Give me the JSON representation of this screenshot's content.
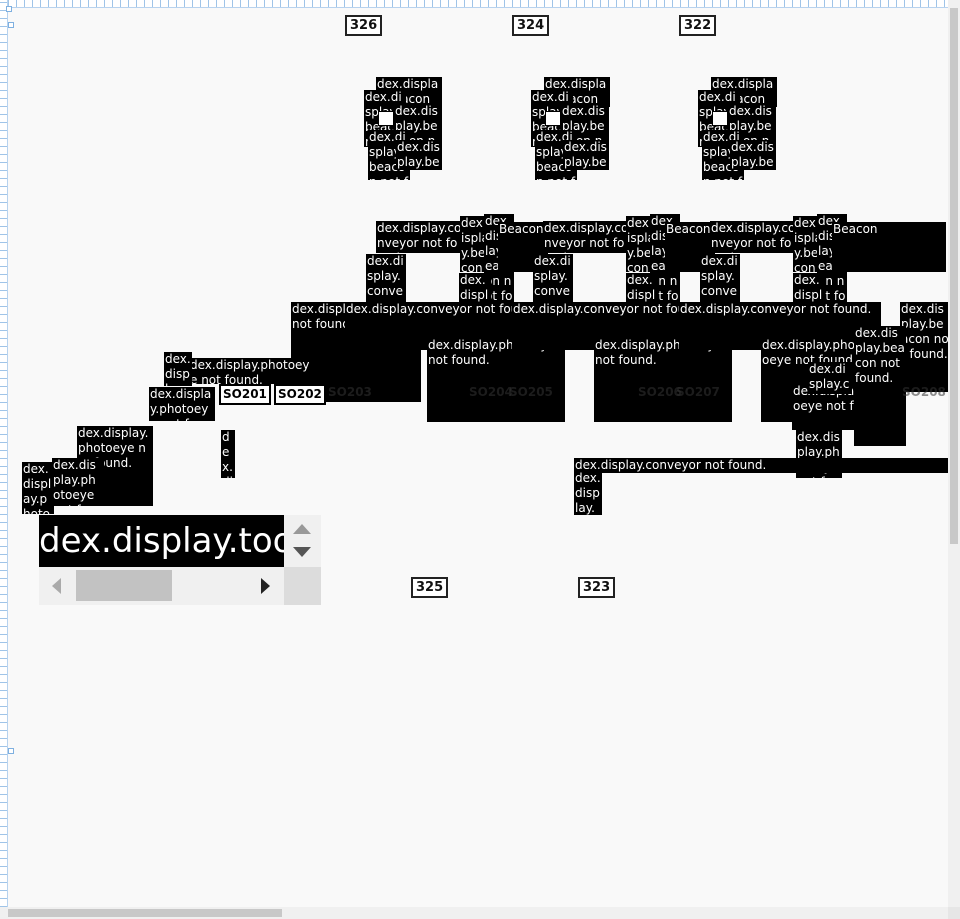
{
  "area_labels": [
    "326",
    "324",
    "322",
    "325",
    "323"
  ],
  "missing_text": {
    "beacon": "dex.display.beacon not found.",
    "conveyor": "dex.display.conveyor not found.",
    "photoeye": "dex.display.photoeye not found.",
    "generic": "dex.display.photoeye not found.",
    "beacon_short": "Beacon"
  },
  "segment_tags": [
    "SO201",
    "SO202",
    "SO203",
    "SO204",
    "SO205",
    "SO206",
    "SO207",
    "SO208"
  ],
  "tooltip": {
    "text": "dex.display.tooltip not found."
  }
}
